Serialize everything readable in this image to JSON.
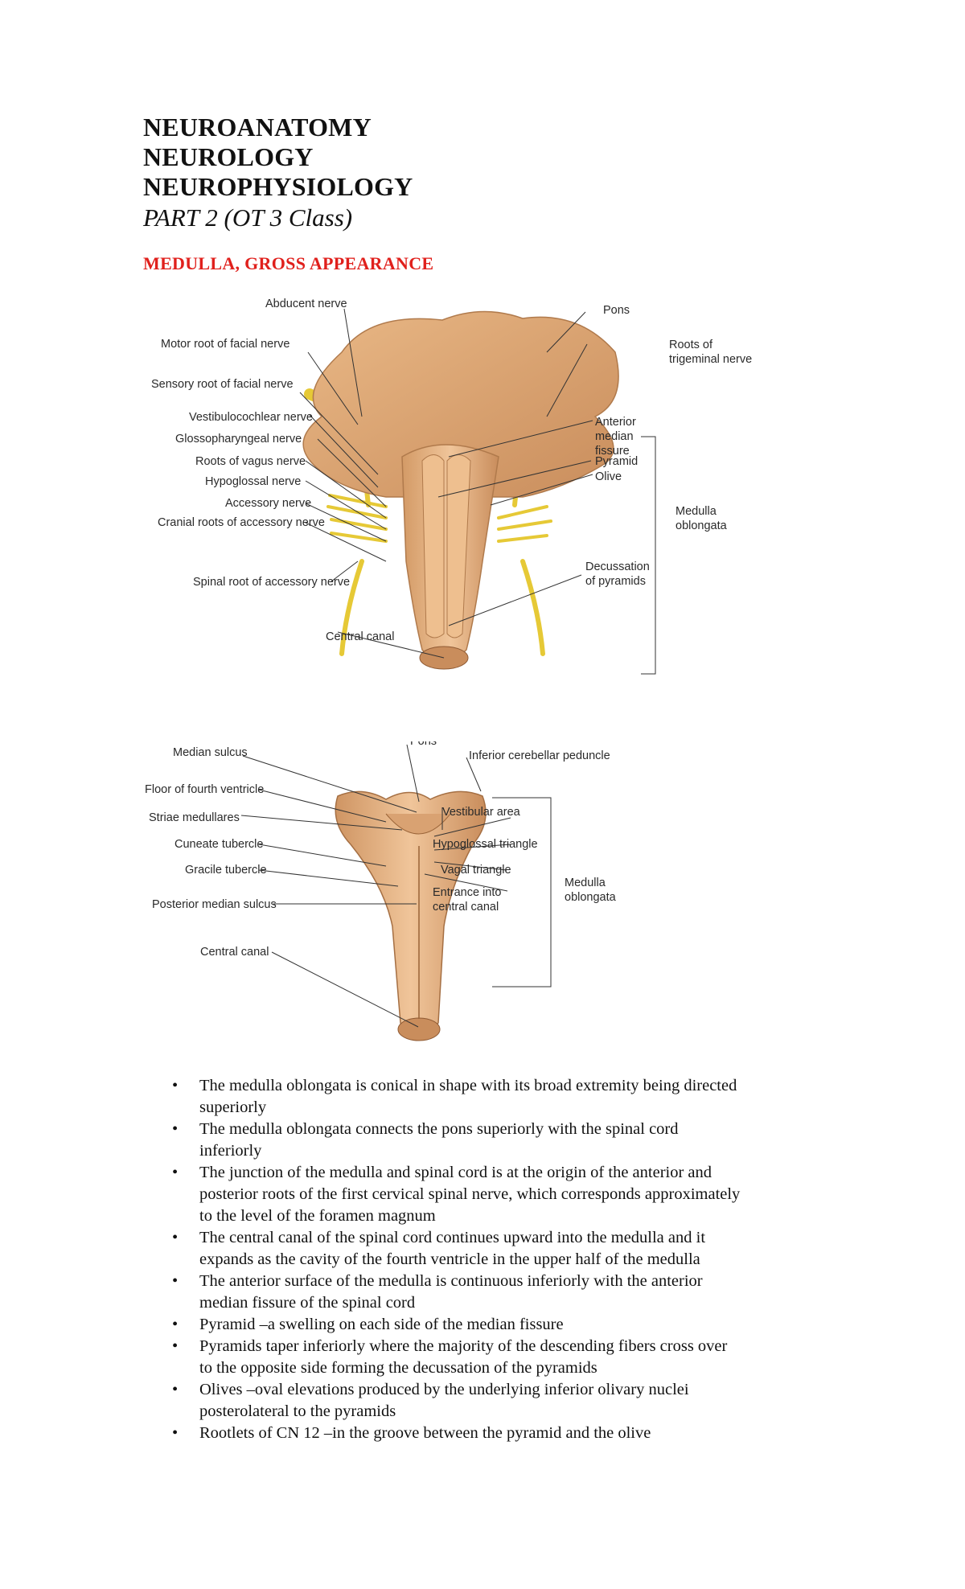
{
  "header": {
    "line1": "NEUROANATOMY",
    "line2": "NEUROLOGY",
    "line3": "NEUROPHYSIOLOGY",
    "subtitle": "PART 2 (OT 3 Class)"
  },
  "section": {
    "title": "MEDULLA, GROSS APPEARANCE",
    "color": "#e0201c"
  },
  "figure1": {
    "labels": {
      "abducent": "Abducent nerve",
      "motor_facial": "Motor root of facial nerve",
      "sensory_facial": "Sensory root of facial nerve",
      "vestibulocochlear": "Vestibulocochlear nerve",
      "glossopharyngeal": "Glossopharyngeal nerve",
      "vagus": "Roots of vagus nerve",
      "hypoglossal": "Hypoglossal nerve",
      "accessory": "Accessory nerve",
      "cranial_accessory": "Cranial roots of accessory nerve",
      "spinal_accessory": "Spinal root of accessory nerve",
      "central_canal": "Central canal",
      "pons": "Pons",
      "trigeminal_1": "Roots of",
      "trigeminal_2": "trigeminal nerve",
      "amf_1": "Anterior",
      "amf_2": "median",
      "amf_3": "fissure",
      "pyramid": "Pyramid",
      "olive": "Olive",
      "decussation_1": "Decussation",
      "decussation_2": "of pyramids",
      "medulla_1": "Medulla",
      "medulla_2": "oblongata"
    }
  },
  "figure2": {
    "labels": {
      "median_sulcus": "Median sulcus",
      "floor_fourth": "Floor of fourth ventricle",
      "striae": "Striae medullares",
      "cuneate": "Cuneate tubercle",
      "gracile": "Gracile tubercle",
      "posterior_median": "Posterior median sulcus",
      "central_canal": "Central canal",
      "pons": "Pons",
      "icp": "Inferior cerebellar peduncle",
      "vestibular": "Vestibular area",
      "hypoglossal_triangle": "Hypoglossal triangle",
      "vagal_triangle": "Vagal triangle",
      "entrance_1": "Entrance into",
      "entrance_2": "central canal",
      "medulla_1": "Medulla",
      "medulla_2": "oblongata"
    }
  },
  "bullets": [
    {
      "l1": "The medulla oblongata is conical in shape with its broad extremity being directed",
      "l2": "superiorly"
    },
    {
      "l1": "The medulla oblongata connects the pons superiorly with the spinal cord",
      "l2": "inferiorly"
    },
    {
      "l1": "The junction of the medulla and spinal cord is at the origin of the anterior and",
      "l2": "posterior roots of the first cervical spinal nerve, which corresponds approximately",
      "l3": "to the level of the foramen magnum"
    },
    {
      "l1": "The central canal of the spinal cord continues upward into the medulla and it",
      "l2": "expands as the cavity of the fourth ventricle in the upper half of the medulla"
    },
    {
      "l1": "The anterior surface of the medulla is continuous inferiorly with the anterior",
      "l2": "median fissure of the spinal cord"
    },
    {
      "l1": "Pyramid –a swelling on each side of the median fissure"
    },
    {
      "l1": "Pyramids taper inferiorly where the majority of the descending fibers cross over",
      "l2": "to the opposite side forming the decussation of the pyramids"
    },
    {
      "l1": "Olives –oval elevations produced by the underlying inferior olivary nuclei",
      "l2": "posterolateral to the pyramids"
    },
    {
      "l1": "Rootlets of CN 12 –in the groove between the pyramid and the olive"
    }
  ]
}
